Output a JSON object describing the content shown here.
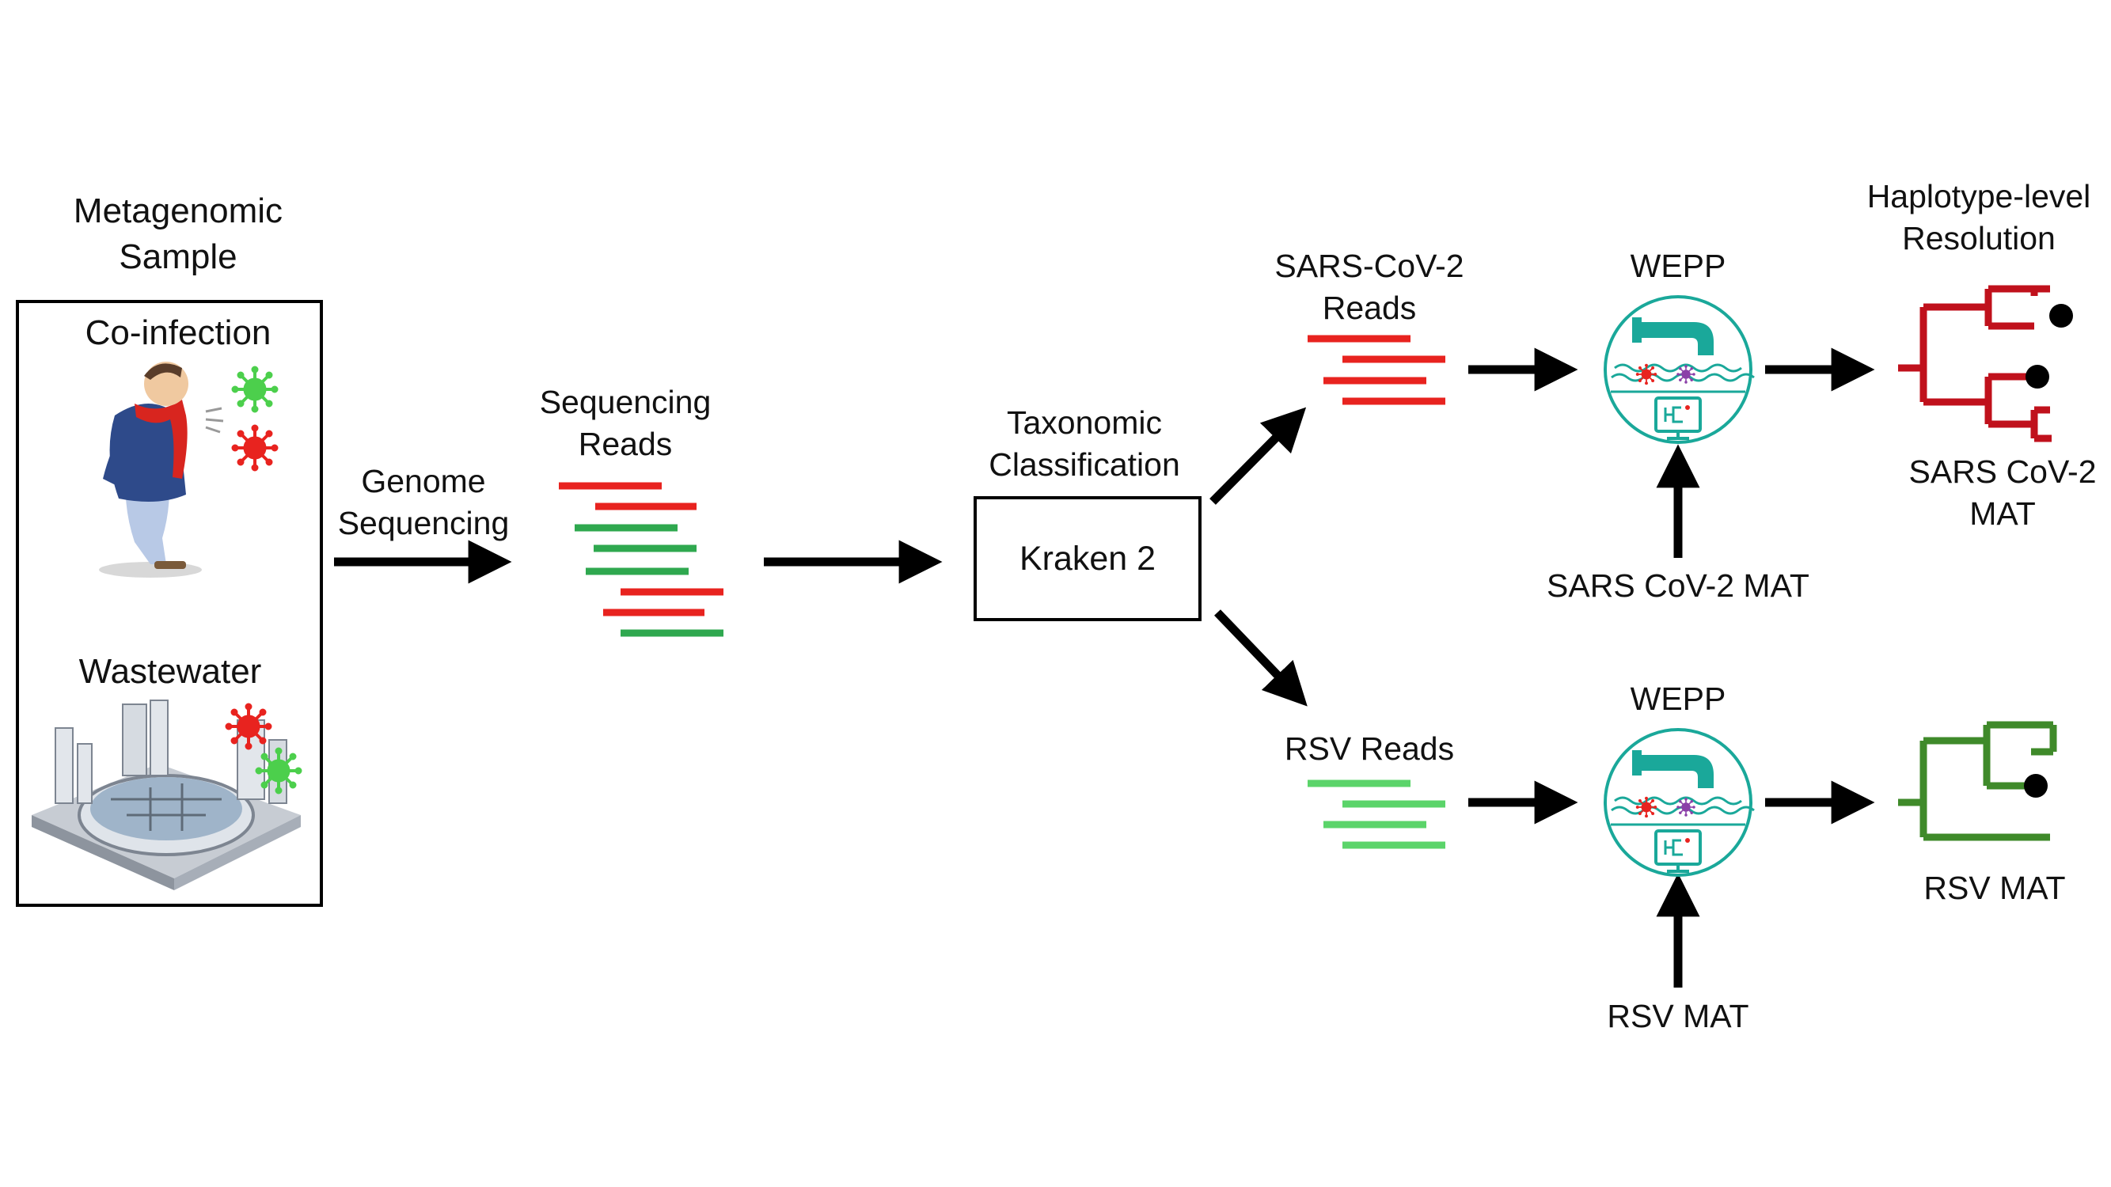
{
  "sample": {
    "title": "Metagenomic\nSample",
    "coinfection_label": "Co-infection",
    "wastewater_label": "Wastewater"
  },
  "step_sequencing": {
    "label": "Genome\nSequencing"
  },
  "reads": {
    "label": "Sequencing\nReads"
  },
  "classification": {
    "label": "Taxonomic\nClassification",
    "tool": "Kraken 2"
  },
  "sars_branch": {
    "reads_label": "SARS-CoV-2\nReads",
    "wepp_label": "WEPP",
    "mat_input_label": "SARS CoV-2 MAT",
    "tree_label": "SARS CoV-2\nMAT"
  },
  "rsv_branch": {
    "reads_label": "RSV Reads",
    "wepp_label": "WEPP",
    "mat_input_label": "RSV MAT",
    "tree_label": "RSV MAT"
  },
  "output": {
    "label": "Haplotype-level\nResolution"
  },
  "colors": {
    "sars_red": "#e8231f",
    "rsv_green": "#2fa84f",
    "rsv_light_green": "#5bd46a",
    "tree_red": "#c0111c",
    "tree_green": "#3f8a2a",
    "wepp_teal": "#1aa89a",
    "virus_purple": "#8b3fa8"
  },
  "icons": [
    "person-coughing-icon",
    "wastewater-plant-icon",
    "virus-icon",
    "wepp-logo-icon",
    "phylogenetic-tree-icon"
  ]
}
